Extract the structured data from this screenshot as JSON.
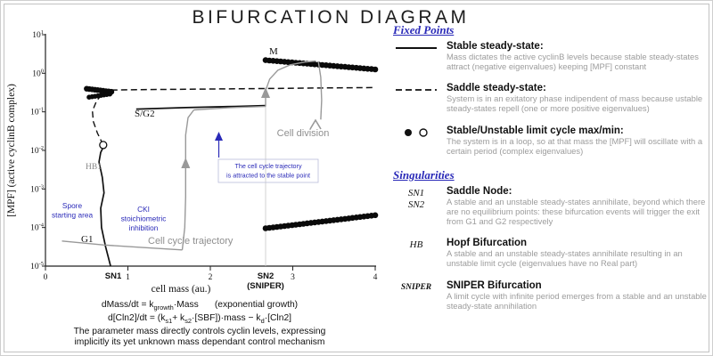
{
  "title": "BIFURCATION DIAGRAM",
  "colors": {
    "accent_blue": "#2a2ab8",
    "trajectory_gray": "#999999",
    "curve_black": "#111111",
    "body_text_gray": "#9c9c9c"
  },
  "plot": {
    "xlabel": "cell mass (au.)",
    "ylabel": "[MPF] (active cyclinB complex)",
    "annotations": {
      "m_phase": "M",
      "sg2_phase": "S/G2",
      "g1_phase": "G1",
      "hb1": "HB1",
      "sn1": "SN1",
      "sn2_line1": "SN2",
      "sn2_line2": "(SNIPER)",
      "spore_line1": "Spore",
      "spore_line2": "starting area",
      "cki_line1": "CKI",
      "cki_line2": "stoichiometric",
      "cki_line3": "inhibition",
      "attract_line1": "The cell cycle trajectory",
      "attract_line2": "is attracted to the stable point",
      "cell_division": "Cell division",
      "trajectory_label": "Cell cycle trajectory"
    }
  },
  "equations": {
    "line1": [
      {
        "t": "dMass/dt = k"
      },
      {
        "t": "growth",
        "sub": true
      },
      {
        "t": "·Mass"
      },
      {
        "t": "(exponential growth)",
        "gap": true
      }
    ],
    "line2": [
      {
        "t": "d[Cln2]/dt = (k"
      },
      {
        "t": "s1",
        "sub": true
      },
      {
        "t": "+ k"
      },
      {
        "t": "s2",
        "sub": true
      },
      {
        "t": "·[SBF])·mass − k"
      },
      {
        "t": "d",
        "sub": true
      },
      {
        "t": "·[Cln2]"
      }
    ],
    "line3": "The parameter mass directly controls cyclin levels, expressing",
    "line4": "implicitly its yet unknown mass dependant control mechanism"
  },
  "legend": {
    "fixed_points_heading": "Fixed Points",
    "singularities_heading": "Singularities",
    "entries": [
      {
        "kind": "line-solid",
        "title": "Stable steady-state:",
        "body": "Mass dictates the active cyclinB levels because stable steady-states attract (negative eigenvalues) keeping [MPF] constant"
      },
      {
        "kind": "line-dashed",
        "title": "Saddle steady-state:",
        "body": "System is in an exitatory phase indipendent of mass because ustable steady-states repell (one or more positive eigenvalues)"
      },
      {
        "kind": "dots",
        "title": "Stable/Unstable limit cycle max/min:",
        "body": "The system is in a loop, so at that mass the [MPF] will oscillate with a certain period (complex eigenvalues)"
      },
      {
        "label_lines": [
          "SN1",
          "SN2"
        ],
        "title": "Saddle Node:",
        "body": "A stable and an unstable steady-states annihilate, beyond which there are no equilibrium points: these bifurcation events will trigger the exit from G1 and G2 respectively"
      },
      {
        "label_lines": [
          "HB"
        ],
        "title": "Hopf Bifurcation",
        "body": "A stable and an unstable steady-states annihilate resulting in an unstable limit cycle (eigenvalues have no Real part)"
      },
      {
        "label_lines": [
          "SNIPER"
        ],
        "title": "SNIPER Bifurcation",
        "body": "A limit cycle with infinite period emerges from a stable and an unstable steady-state annihilation"
      }
    ]
  },
  "chart_data": {
    "type": "line",
    "title": "BIFURCATION DIAGRAM",
    "xlabel": "cell mass (au.)",
    "ylabel": "[MPF] (active cyclinB complex)",
    "x_range": [
      0,
      4
    ],
    "y_scale": "log10",
    "y_range_exponents": [
      -5,
      1
    ],
    "x_ticks": [
      0,
      1,
      2,
      3,
      4
    ],
    "y_tick_exponents": [
      1,
      0,
      -1,
      -2,
      -3,
      -4,
      -5
    ],
    "bifurcation_points": {
      "SN1_mass": 0.8,
      "SN2_mass": 2.67,
      "HB1_mass": 0.7
    },
    "series": [
      {
        "name": "sn2-guide-line",
        "style": "solid",
        "color": "#c8c8c8",
        "width": 0.8,
        "points": [
          [
            2.67,
            -0.86
          ],
          [
            2.67,
            -5.0
          ]
        ]
      },
      {
        "name": "g1-stable-branch",
        "style": "solid",
        "color": "#111111",
        "width": 1.7,
        "points": [
          [
            0.79,
            -5.0
          ],
          [
            0.73,
            -4.5
          ],
          [
            0.68,
            -4.0
          ],
          [
            0.67,
            -3.5
          ],
          [
            0.71,
            -3.1
          ],
          [
            0.69,
            -2.7
          ],
          [
            0.65,
            -2.3
          ],
          [
            0.67,
            -2.05
          ],
          [
            0.7,
            -1.92
          ]
        ]
      },
      {
        "name": "g1-saddle-branch",
        "style": "dashed",
        "color": "#111111",
        "width": 1.4,
        "points": [
          [
            0.7,
            -1.86
          ],
          [
            0.63,
            -1.55
          ],
          [
            0.58,
            -1.25
          ],
          [
            0.57,
            -0.98
          ],
          [
            0.62,
            -0.72
          ],
          [
            0.68,
            -0.56
          ]
        ]
      },
      {
        "name": "upper-saddle-branch",
        "style": "dashed",
        "color": "#111111",
        "width": 1.5,
        "points": [
          [
            0.56,
            -0.44
          ],
          [
            1.4,
            -0.42
          ],
          [
            2.4,
            -0.4
          ],
          [
            3.4,
            -0.38
          ],
          [
            4.0,
            -0.37
          ]
        ]
      },
      {
        "name": "s-g2-stable-branch",
        "style": "solid",
        "color": "#111111",
        "width": 1.8,
        "points": [
          [
            1.1,
            -0.93
          ],
          [
            1.7,
            -0.89
          ],
          [
            2.3,
            -0.86
          ],
          [
            2.67,
            -0.84
          ]
        ]
      },
      {
        "name": "hopf-limit-cycle-max",
        "style": "dots",
        "dot_r": 3.2,
        "color": "#0a0a0a",
        "from": [
          0.5,
          -0.4
        ],
        "to": [
          0.8,
          -0.48
        ],
        "count": 10
      },
      {
        "name": "hopf-limit-cycle-min",
        "style": "dots",
        "dot_r": 2.8,
        "color": "#0a0a0a",
        "from": [
          0.53,
          -0.62
        ],
        "to": [
          0.78,
          -0.54
        ],
        "count": 8
      },
      {
        "name": "mitotic-limit-cycle-max",
        "style": "dots",
        "dot_r": 3.3,
        "color": "#0a0a0a",
        "from": [
          2.67,
          0.34
        ],
        "to": [
          4.0,
          0.1
        ],
        "count": 30
      },
      {
        "name": "mitotic-limit-cycle-min",
        "style": "dots",
        "dot_r": 3.3,
        "color": "#0a0a0a",
        "from": [
          2.67,
          -4.02
        ],
        "to": [
          4.0,
          -3.68
        ],
        "count": 30
      },
      {
        "name": "hb1-unstable-cycle-marker",
        "style": "open-circle",
        "dot_r": 4,
        "color": "#111111",
        "points": [
          [
            0.7,
            -1.86
          ]
        ]
      },
      {
        "name": "trajectory-g1-growth",
        "style": "solid",
        "color": "#999999",
        "width": 1.4,
        "points": [
          [
            0.2,
            -4.35
          ],
          [
            0.7,
            -4.45
          ],
          [
            1.2,
            -4.52
          ],
          [
            1.66,
            -4.58
          ]
        ]
      },
      {
        "name": "trajectory-g1-s-jump",
        "style": "solid",
        "color": "#999999",
        "width": 1.4,
        "points": [
          [
            1.66,
            -4.58
          ],
          [
            1.69,
            -4.0
          ],
          [
            1.7,
            -3.2
          ],
          [
            1.7,
            -2.4
          ],
          [
            1.7,
            -1.6
          ],
          [
            1.73,
            -1.15
          ],
          [
            1.8,
            -0.95
          ]
        ]
      },
      {
        "name": "trajectory-s-g2",
        "style": "solid",
        "color": "#999999",
        "width": 1.4,
        "points": [
          [
            1.8,
            -0.95
          ],
          [
            2.25,
            -0.89
          ],
          [
            2.67,
            -0.86
          ]
        ]
      },
      {
        "name": "trajectory-g2-m-jump",
        "style": "solid",
        "color": "#999999",
        "width": 1.4,
        "points": [
          [
            2.67,
            -0.86
          ],
          [
            2.67,
            -0.45
          ],
          [
            2.72,
            -0.15
          ],
          [
            2.82,
            0.08
          ],
          [
            2.97,
            0.22
          ],
          [
            3.14,
            0.29
          ],
          [
            3.28,
            0.32
          ]
        ]
      },
      {
        "name": "trajectory-cell-division",
        "style": "solid",
        "color": "#999999",
        "width": 1.4,
        "points": [
          [
            3.31,
            0.3
          ],
          [
            3.34,
            -0.1
          ],
          [
            3.35,
            -0.7
          ],
          [
            3.34,
            -1.2
          ]
        ]
      }
    ]
  }
}
